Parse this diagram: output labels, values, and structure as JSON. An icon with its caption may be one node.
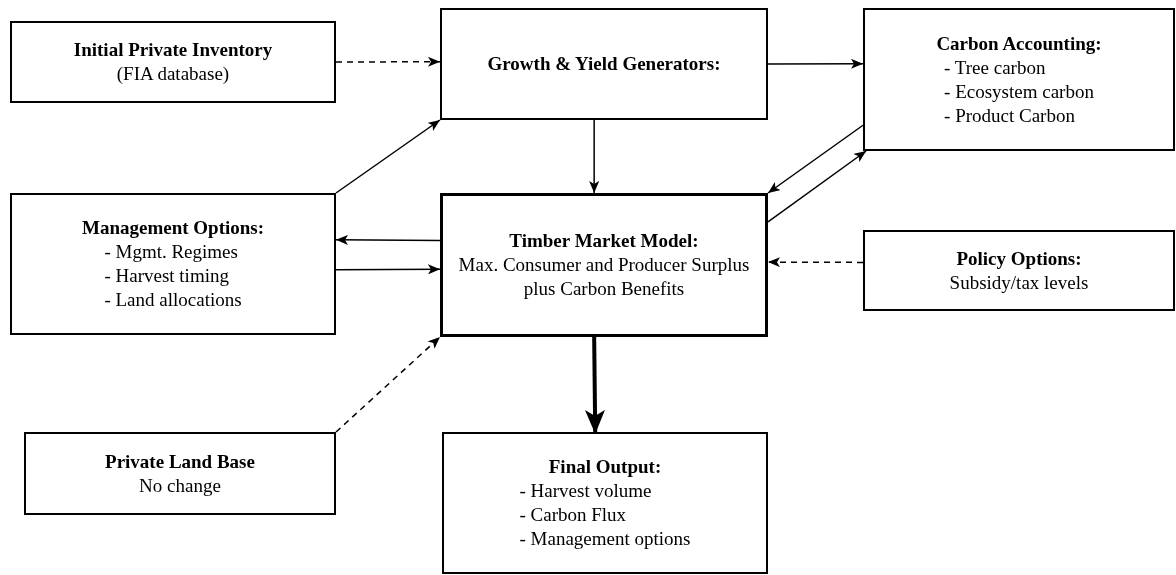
{
  "diagram": {
    "nodes": [
      {
        "text": [
          "Initial Private Inventory",
          "(FIA database)"
        ]
      },
      {
        "text": [
          "Growth & Yield Generators:"
        ]
      },
      {
        "text": [
          "Carbon Accounting:",
          "- Tree carbon",
          "- Ecosystem carbon",
          "- Product Carbon"
        ]
      },
      {
        "text": [
          "Management Options:",
          "- Mgmt. Regimes",
          "- Harvest timing",
          "- Land allocations"
        ]
      },
      {
        "text": [
          "Timber Market Model:",
          "Max. Consumer and Producer Surplus plus Carbon Benefits"
        ]
      },
      {
        "text": [
          "Policy Options:",
          "Subsidy/tax levels"
        ]
      },
      {
        "text": [
          "Private Land Base",
          "No change"
        ]
      },
      {
        "text": [
          "Final Output:",
          "- Harvest volume",
          "- Carbon Flux",
          "- Management options"
        ]
      }
    ],
    "edges": [
      {
        "from": 0,
        "to": 1,
        "arrow": "to",
        "style": "dashed"
      },
      {
        "from": 1,
        "to": 2,
        "arrow": "to"
      },
      {
        "from": 1,
        "to": 4,
        "arrow": "to"
      },
      {
        "from": 2,
        "to": 4,
        "arrow": "to"
      },
      {
        "from": 4,
        "to": 2,
        "arrow": "to"
      },
      {
        "from": 3,
        "to": 1,
        "arrow": "to"
      },
      {
        "from": 4,
        "to": 3,
        "arrow": "to"
      },
      {
        "from": 3,
        "to": 4,
        "arrow": "to"
      },
      {
        "from": 5,
        "to": 4,
        "arrow": "to",
        "style": "dashed"
      },
      {
        "from": 6,
        "to": 4,
        "arrow": "to",
        "style": "dashed"
      },
      {
        "from": 4,
        "to": 7,
        "arrow": "to",
        "style": "thick"
      }
    ]
  }
}
